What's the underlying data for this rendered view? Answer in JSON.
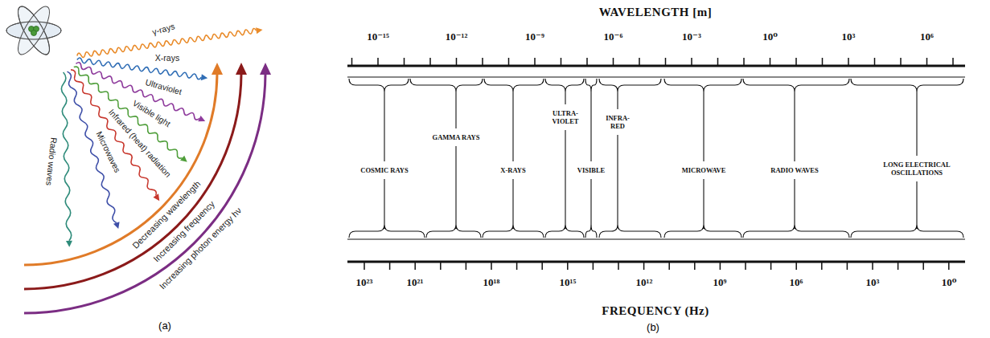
{
  "diagram": {
    "labels": [
      "γ-rays",
      "X-rays",
      "Ultraviolet",
      "Visible light",
      "Infrared (heat) radiation",
      "Microwaves",
      "Radio waves",
      "Decreasing wavelength",
      "Increasing frequency",
      "Increasing photon energy hν",
      "(a)",
      "WAVELENGTH [m]",
      "10⁻¹⁵",
      "10⁻¹²",
      "10⁻⁹",
      "10⁻⁶",
      "10⁻³",
      "10⁰",
      "10³",
      "10⁶",
      "COSMIC RAYS",
      "GAMMA RAYS",
      "X-RAYS",
      "ULTRA- VIOLET",
      "VISIBLE",
      "INFRA- RED",
      "MICROWAVE",
      "RADIO WAVES",
      "LONG ELECTRICAL OSCILLATIONS",
      "10²³",
      "10²¹",
      "10¹⁸",
      "10¹⁵",
      "10¹²",
      "10⁹",
      "10⁶",
      "10³",
      "10⁰",
      "FREQUENCY (Hz)",
      "(b)"
    ]
  }
}
